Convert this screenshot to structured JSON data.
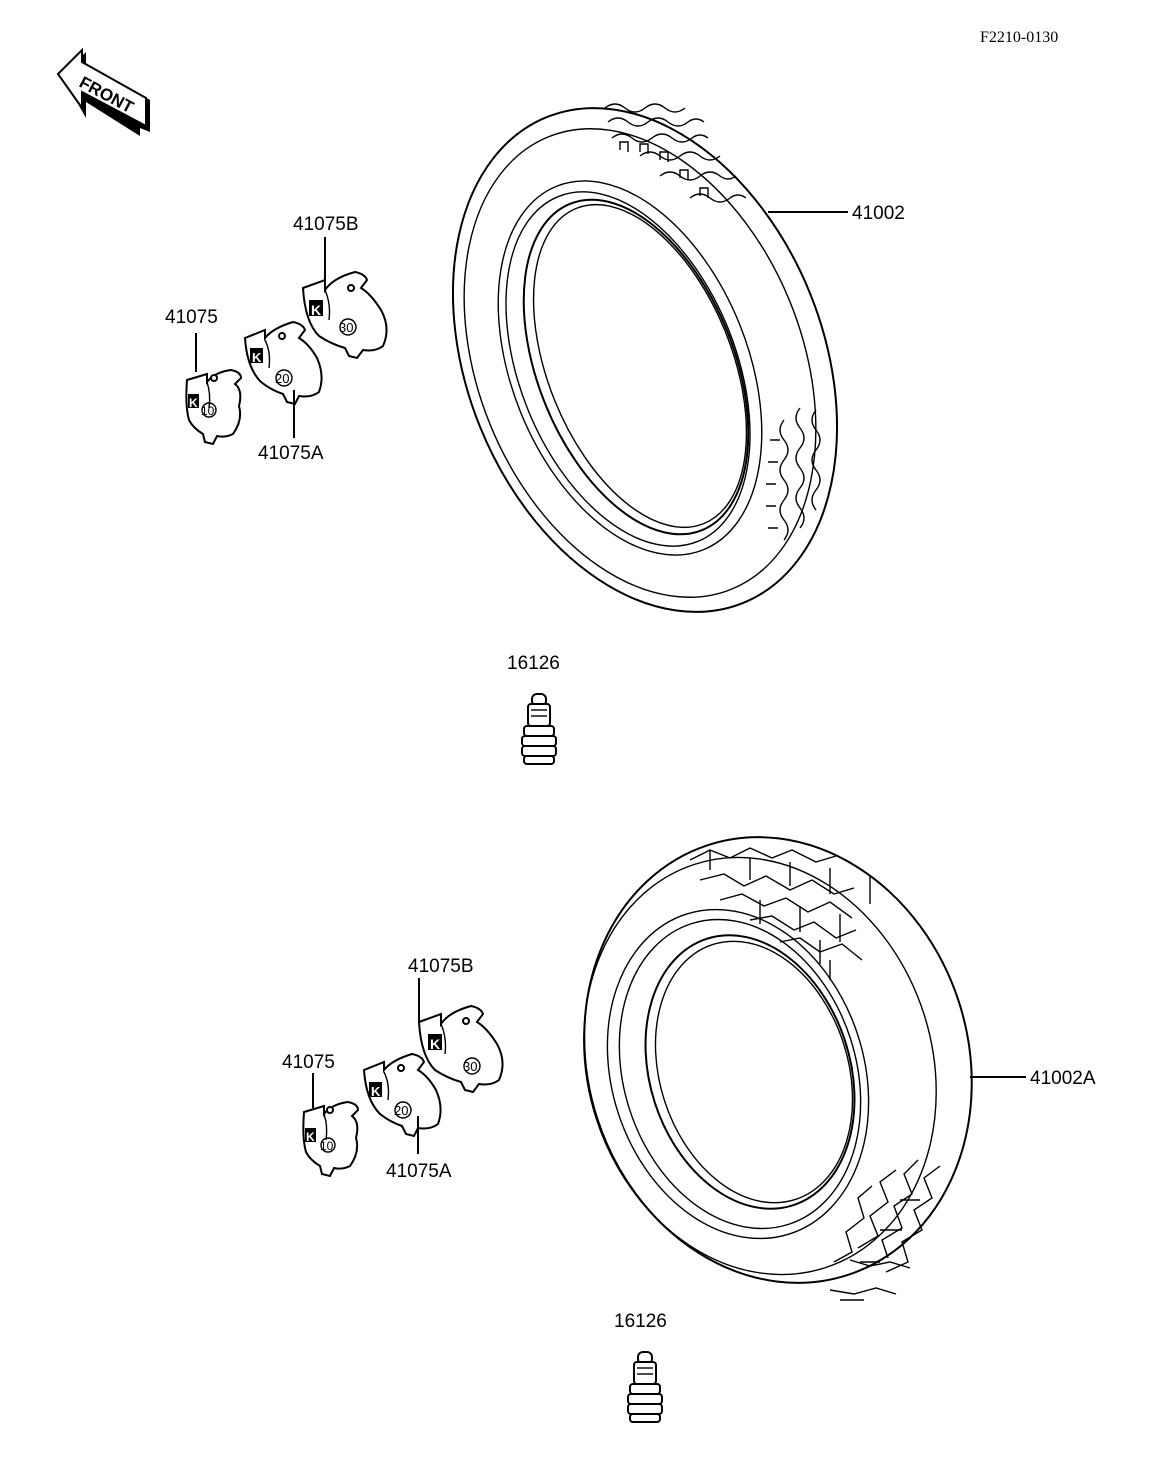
{
  "drawing_code": "F2210-0130",
  "front_label": "FRONT",
  "callouts": {
    "tire_front": "41002",
    "tire_rear": "41002A",
    "weight_10_front": "41075",
    "weight_20_front": "41075A",
    "weight_30_front": "41075B",
    "weight_10_rear": "41075",
    "weight_20_rear": "41075A",
    "weight_30_rear": "41075B",
    "valve_front": "16126",
    "valve_rear": "16126"
  },
  "weight_marks": {
    "brand": "K",
    "w10": "10",
    "w20": "20",
    "w30": "30"
  }
}
